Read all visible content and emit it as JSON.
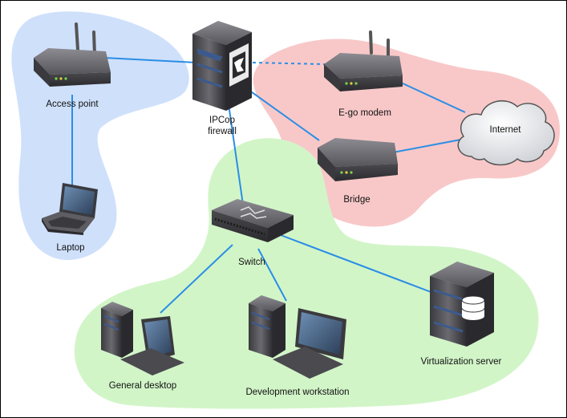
{
  "labels": {
    "access_point": "Access point",
    "laptop": "Laptop",
    "firewall_line1": "IPCop",
    "firewall_line2": "firewall",
    "modem": "E-go modem",
    "internet": "Internet",
    "bridge": "Bridge",
    "switch": "Switch",
    "general_desktop": "General desktop",
    "dev_workstation": "Development workstation",
    "virt_server": "Virtualization server"
  },
  "colors": {
    "blue_zone": "#cfe0fb",
    "red_zone": "#f8c8c8",
    "green_zone": "#d2f5c8",
    "link": "#2a8ee6",
    "border": "#000000"
  },
  "icons": {
    "access_point": "wifi-router-icon",
    "laptop": "laptop-icon",
    "firewall": "firewall-server-icon",
    "modem": "modem-icon",
    "internet": "cloud-icon",
    "bridge": "bridge-icon",
    "switch": "network-switch-icon",
    "general_desktop": "desktop-pc-icon",
    "dev_workstation": "workstation-pc-icon",
    "virt_server": "server-tower-icon"
  }
}
